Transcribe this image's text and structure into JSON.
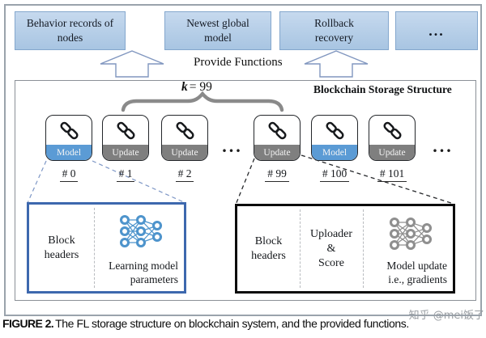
{
  "functions": {
    "boxes": [
      {
        "label": "Behavior records of\nnodes"
      },
      {
        "label": "Newest global\nmodel"
      },
      {
        "label": "Rollback\nrecovery"
      },
      {
        "label": "..."
      }
    ],
    "arrow_caption": "Provide Functions"
  },
  "blockchain": {
    "title": "Blockchain Storage Structure",
    "k_annotation": {
      "var": "k",
      "value": "= 99"
    },
    "blocks": [
      {
        "label": "Model",
        "number": "# 0",
        "type": "model"
      },
      {
        "label": "Update",
        "number": "# 1",
        "type": "update"
      },
      {
        "label": "Update",
        "number": "# 2",
        "type": "update"
      },
      {
        "label": "Update",
        "number": "# 99",
        "type": "update"
      },
      {
        "label": "Model",
        "number": "# 100",
        "type": "model"
      },
      {
        "label": "Update",
        "number": "# 101",
        "type": "update"
      }
    ],
    "ellipsis": "..."
  },
  "model_block_detail": {
    "header_cell": "Block\nheaders",
    "content_label": "Learning model\nparameters",
    "icon": "neural-network-icon"
  },
  "update_block_detail": {
    "header_cell": "Block\nheaders",
    "uploader_cell": "Uploader\n&\nScore",
    "content_label": "Model update\ni.e., gradients",
    "icon": "neural-network-icon"
  },
  "caption": {
    "label": "FIGURE 2.",
    "text": "The FL storage structure on blockchain system, and the provided functions."
  },
  "watermark": "知乎 @mei饭了",
  "colors": {
    "model_band": "#5b9bd5",
    "update_band": "#7f7f7f",
    "function_box_fill": "#b6cde7",
    "function_box_border": "#84a7cd",
    "model_detail_border": "#3d68ae",
    "update_detail_border": "#0c0c0c",
    "nn_blue": "#4e94cc",
    "nn_gray": "#8f8f8f",
    "brace_gray": "#8a8a8a"
  }
}
